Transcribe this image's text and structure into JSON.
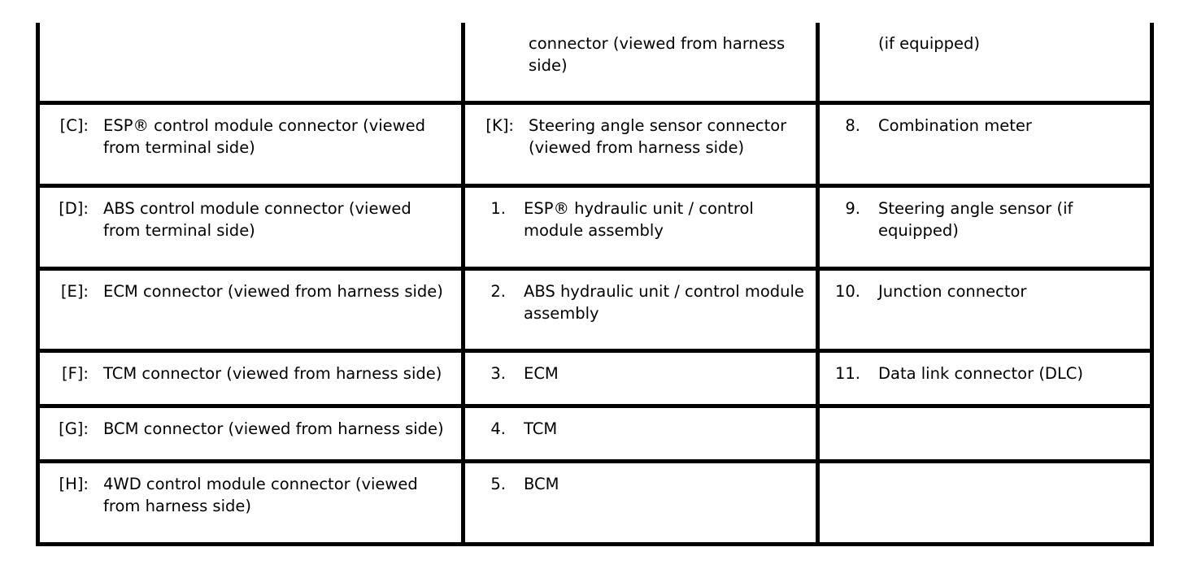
{
  "document": {
    "type": "wiring-diagram-legend-table",
    "columns": 3,
    "background_color": "#ffffff",
    "text_color": "#000000",
    "rule_color": "#000000"
  },
  "table": {
    "rows": [
      {
        "id": "row-1",
        "clipped_top": true,
        "cells": [
          {
            "key": "",
            "text": ""
          },
          {
            "key": "",
            "text": "connector (viewed from harness side)"
          },
          {
            "key": "",
            "text": "(if equipped)"
          }
        ]
      },
      {
        "id": "row-2",
        "clipped_top": false,
        "cells": [
          {
            "key": "[C]:",
            "text": "ESP® control module connector (viewed from terminal side)"
          },
          {
            "key": "[K]:",
            "text": "Steering angle sensor connector (viewed from harness side)"
          },
          {
            "key": "8.",
            "text": "Combination meter"
          }
        ]
      },
      {
        "id": "row-3",
        "clipped_top": false,
        "cells": [
          {
            "key": "[D]:",
            "text": "ABS control module connector (viewed from terminal side)"
          },
          {
            "key": "1.",
            "text": "ESP® hydraulic unit / control module assembly"
          },
          {
            "key": "9.",
            "text": "Steering angle sensor (if equipped)"
          }
        ]
      },
      {
        "id": "row-4",
        "clipped_top": false,
        "cells": [
          {
            "key": "[E]:",
            "text": "ECM connector (viewed from harness side)"
          },
          {
            "key": "2.",
            "text": "ABS hydraulic unit / control module assembly"
          },
          {
            "key": "10.",
            "text": "Junction connector"
          }
        ]
      },
      {
        "id": "row-5",
        "clipped_top": false,
        "cells": [
          {
            "key": "[F]:",
            "text": "TCM connector (viewed from harness side)"
          },
          {
            "key": "3.",
            "text": "ECM"
          },
          {
            "key": "11.",
            "text": "Data link connector (DLC)"
          }
        ]
      },
      {
        "id": "row-6",
        "clipped_top": false,
        "cells": [
          {
            "key": "[G]:",
            "text": "BCM connector (viewed from harness side)"
          },
          {
            "key": "4.",
            "text": "TCM"
          },
          {
            "key": "",
            "text": ""
          }
        ]
      },
      {
        "id": "row-7",
        "clipped_top": false,
        "cells": [
          {
            "key": "[H]:",
            "text": "4WD control module connector (viewed from harness side)"
          },
          {
            "key": "5.",
            "text": "BCM"
          },
          {
            "key": "",
            "text": ""
          }
        ]
      }
    ]
  }
}
